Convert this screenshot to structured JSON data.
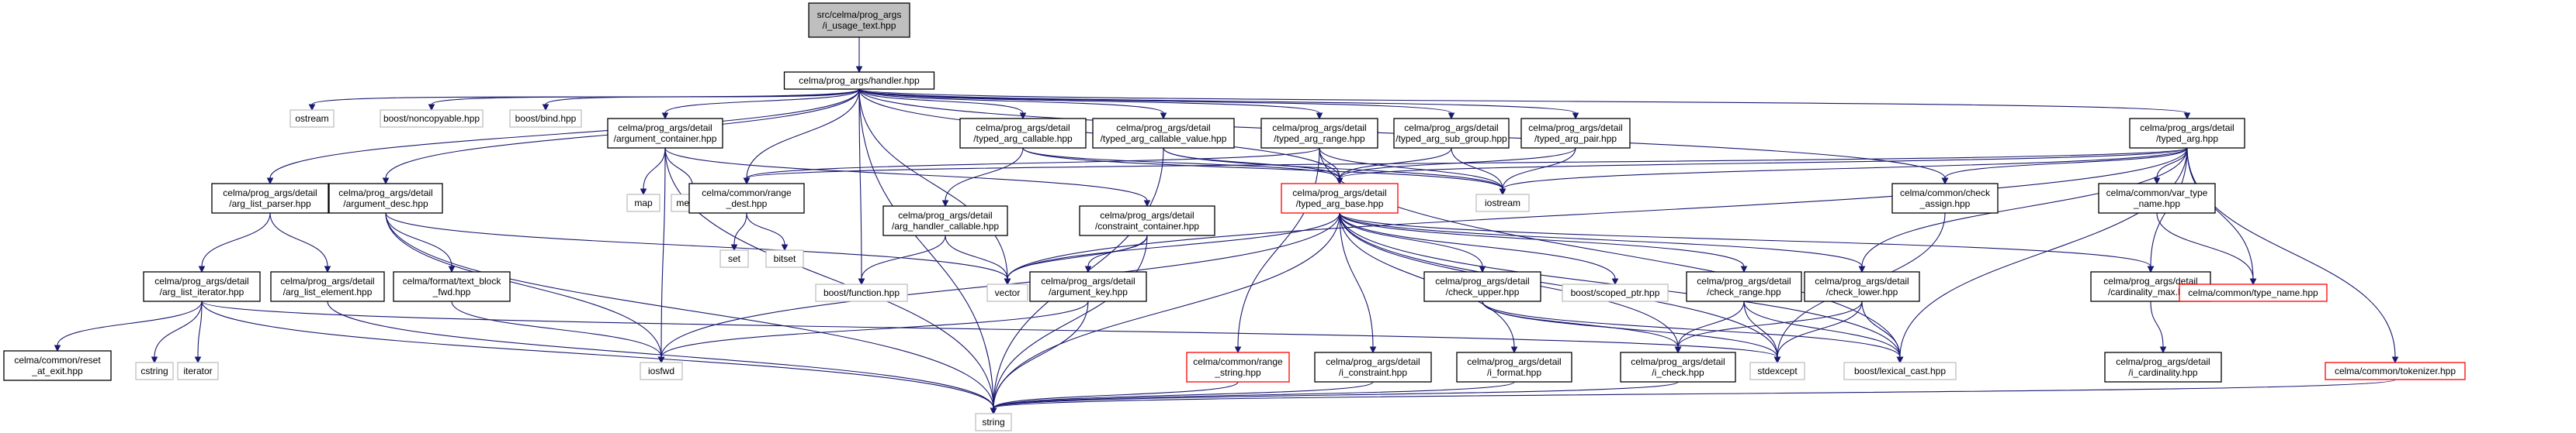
{
  "graph": {
    "nodes": [
      {
        "id": "root",
        "lines": [
          "src/celma/prog_args",
          "/i_usage_text.hpp"
        ],
        "style": "root"
      },
      {
        "id": "handler",
        "lines": [
          "celma/prog_args/handler.hpp"
        ],
        "style": "normal"
      },
      {
        "id": "ostream",
        "lines": [
          "ostream"
        ],
        "style": "system"
      },
      {
        "id": "noncopyable",
        "lines": [
          "boost/noncopyable.hpp"
        ],
        "style": "system"
      },
      {
        "id": "bind",
        "lines": [
          "boost/bind.hpp"
        ],
        "style": "system"
      },
      {
        "id": "argcont",
        "lines": [
          "celma/prog_args/detail",
          "/argument_container.hpp"
        ],
        "style": "normal"
      },
      {
        "id": "callable",
        "lines": [
          "celma/prog_args/detail",
          "/typed_arg_callable.hpp"
        ],
        "style": "normal"
      },
      {
        "id": "callval",
        "lines": [
          "celma/prog_args/detail",
          "/typed_arg_callable_value.hpp"
        ],
        "style": "normal"
      },
      {
        "id": "range",
        "lines": [
          "celma/prog_args/detail",
          "/typed_arg_range.hpp"
        ],
        "style": "normal"
      },
      {
        "id": "subgroup",
        "lines": [
          "celma/prog_args/detail",
          "/typed_arg_sub_group.hpp"
        ],
        "style": "normal"
      },
      {
        "id": "pair",
        "lines": [
          "celma/prog_args/detail",
          "/typed_arg_pair.hpp"
        ],
        "style": "normal"
      },
      {
        "id": "typedarg",
        "lines": [
          "celma/prog_args/detail",
          "/typed_arg.hpp"
        ],
        "style": "normal"
      },
      {
        "id": "listparser",
        "lines": [
          "celma/prog_args/detail",
          "/arg_list_parser.hpp"
        ],
        "style": "normal"
      },
      {
        "id": "argdesc",
        "lines": [
          "celma/prog_args/detail",
          "/argument_desc.hpp"
        ],
        "style": "normal"
      },
      {
        "id": "map",
        "lines": [
          "map"
        ],
        "style": "system"
      },
      {
        "id": "memory",
        "lines": [
          "memory"
        ],
        "style": "system"
      },
      {
        "id": "rangedest",
        "lines": [
          "celma/common/range",
          "_dest.hpp"
        ],
        "style": "normal"
      },
      {
        "id": "handlercall",
        "lines": [
          "celma/prog_args/detail",
          "/arg_handler_callable.hpp"
        ],
        "style": "normal"
      },
      {
        "id": "constrcont",
        "lines": [
          "celma/prog_args/detail",
          "/constraint_container.hpp"
        ],
        "style": "normal"
      },
      {
        "id": "base",
        "lines": [
          "celma/prog_args/detail",
          "/typed_arg_base.hpp"
        ],
        "style": "missing"
      },
      {
        "id": "iostream",
        "lines": [
          "iostream"
        ],
        "style": "system"
      },
      {
        "id": "checkassign",
        "lines": [
          "celma/common/check",
          "_assign.hpp"
        ],
        "style": "normal"
      },
      {
        "id": "vartype",
        "lines": [
          "celma/common/var_type",
          "_name.hpp"
        ],
        "style": "normal"
      },
      {
        "id": "listiter",
        "lines": [
          "celma/prog_args/detail",
          "/arg_list_iterator.hpp"
        ],
        "style": "normal"
      },
      {
        "id": "listelem",
        "lines": [
          "celma/prog_args/detail",
          "/arg_list_element.hpp"
        ],
        "style": "normal"
      },
      {
        "id": "textblock",
        "lines": [
          "celma/format/text_block",
          "_fwd.hpp"
        ],
        "style": "normal"
      },
      {
        "id": "set",
        "lines": [
          "set"
        ],
        "style": "system"
      },
      {
        "id": "bitset",
        "lines": [
          "bitset"
        ],
        "style": "system"
      },
      {
        "id": "function",
        "lines": [
          "boost/function.hpp"
        ],
        "style": "system"
      },
      {
        "id": "vector",
        "lines": [
          "vector"
        ],
        "style": "system"
      },
      {
        "id": "argkey",
        "lines": [
          "celma/prog_args/detail",
          "/argument_key.hpp"
        ],
        "style": "normal"
      },
      {
        "id": "checkupper",
        "lines": [
          "celma/prog_args/detail",
          "/check_upper.hpp"
        ],
        "style": "normal"
      },
      {
        "id": "scopedptr",
        "lines": [
          "boost/scoped_ptr.hpp"
        ],
        "style": "system"
      },
      {
        "id": "checkrange",
        "lines": [
          "celma/prog_args/detail",
          "/check_range.hpp"
        ],
        "style": "normal"
      },
      {
        "id": "checklower",
        "lines": [
          "celma/prog_args/detail",
          "/check_lower.hpp"
        ],
        "style": "normal"
      },
      {
        "id": "cardmax",
        "lines": [
          "celma/prog_args/detail",
          "/cardinality_max.hpp"
        ],
        "style": "normal"
      },
      {
        "id": "typename",
        "lines": [
          "celma/common/type_name.hpp"
        ],
        "style": "missing"
      },
      {
        "id": "resetexit",
        "lines": [
          "celma/common/reset",
          "_at_exit.hpp"
        ],
        "style": "normal"
      },
      {
        "id": "cstring",
        "lines": [
          "cstring"
        ],
        "style": "system"
      },
      {
        "id": "iterator",
        "lines": [
          "iterator"
        ],
        "style": "system"
      },
      {
        "id": "iosfwd",
        "lines": [
          "iosfwd"
        ],
        "style": "system"
      },
      {
        "id": "rangestring",
        "lines": [
          "celma/common/range",
          "_string.hpp"
        ],
        "style": "missing"
      },
      {
        "id": "iconstraint",
        "lines": [
          "celma/prog_args/detail",
          "/i_constraint.hpp"
        ],
        "style": "normal"
      },
      {
        "id": "iformat",
        "lines": [
          "celma/prog_args/detail",
          "/i_format.hpp"
        ],
        "style": "normal"
      },
      {
        "id": "icheck",
        "lines": [
          "celma/prog_args/detail",
          "/i_check.hpp"
        ],
        "style": "normal"
      },
      {
        "id": "stdexcept",
        "lines": [
          "stdexcept"
        ],
        "style": "system"
      },
      {
        "id": "lexcast",
        "lines": [
          "boost/lexical_cast.hpp"
        ],
        "style": "system"
      },
      {
        "id": "icard",
        "lines": [
          "celma/prog_args/detail",
          "/i_cardinality.hpp"
        ],
        "style": "normal"
      },
      {
        "id": "tokenizer",
        "lines": [
          "celma/common/tokenizer.hpp"
        ],
        "style": "missing"
      },
      {
        "id": "string",
        "lines": [
          "string"
        ],
        "style": "system"
      }
    ],
    "edges": [
      [
        "root",
        "handler"
      ],
      [
        "handler",
        "ostream"
      ],
      [
        "handler",
        "noncopyable"
      ],
      [
        "handler",
        "bind"
      ],
      [
        "handler",
        "argcont"
      ],
      [
        "handler",
        "callable"
      ],
      [
        "handler",
        "callval"
      ],
      [
        "handler",
        "range"
      ],
      [
        "handler",
        "subgroup"
      ],
      [
        "handler",
        "pair"
      ],
      [
        "handler",
        "typedarg"
      ],
      [
        "handler",
        "listparser"
      ],
      [
        "handler",
        "argdesc"
      ],
      [
        "handler",
        "rangedest"
      ],
      [
        "handler",
        "base"
      ],
      [
        "handler",
        "checkassign"
      ],
      [
        "handler",
        "function"
      ],
      [
        "handler",
        "vector"
      ],
      [
        "handler",
        "string"
      ],
      [
        "argcont",
        "map"
      ],
      [
        "argcont",
        "memory"
      ],
      [
        "argcont",
        "constrcont"
      ],
      [
        "argcont",
        "iosfwd"
      ],
      [
        "argcont",
        "string"
      ],
      [
        "callable",
        "handlercall"
      ],
      [
        "callable",
        "base"
      ],
      [
        "callable",
        "iostream"
      ],
      [
        "callval",
        "base"
      ],
      [
        "callval",
        "iostream"
      ],
      [
        "callval",
        "string"
      ],
      [
        "range",
        "rangedest"
      ],
      [
        "range",
        "base"
      ],
      [
        "range",
        "iostream"
      ],
      [
        "range",
        "rangestring"
      ],
      [
        "range",
        "lexcast"
      ],
      [
        "subgroup",
        "base"
      ],
      [
        "subgroup",
        "iostream"
      ],
      [
        "pair",
        "base"
      ],
      [
        "pair",
        "iostream"
      ],
      [
        "typedarg",
        "base"
      ],
      [
        "typedarg",
        "checkassign"
      ],
      [
        "typedarg",
        "vartype"
      ],
      [
        "typedarg",
        "typename"
      ],
      [
        "typedarg",
        "lexcast"
      ],
      [
        "typedarg",
        "iostream"
      ],
      [
        "typedarg",
        "cardmax"
      ],
      [
        "typedarg",
        "checklower"
      ],
      [
        "typedarg",
        "tokenizer"
      ],
      [
        "typedarg",
        "rangedest"
      ],
      [
        "typedarg",
        "vector"
      ],
      [
        "listparser",
        "listiter"
      ],
      [
        "listparser",
        "listelem"
      ],
      [
        "argdesc",
        "textblock"
      ],
      [
        "argdesc",
        "vector"
      ],
      [
        "argdesc",
        "iosfwd"
      ],
      [
        "argdesc",
        "string"
      ],
      [
        "rangedest",
        "set"
      ],
      [
        "rangedest",
        "bitset"
      ],
      [
        "handlercall",
        "function"
      ],
      [
        "handlercall",
        "vector"
      ],
      [
        "constrcont",
        "argkey"
      ],
      [
        "constrcont",
        "string"
      ],
      [
        "constrcont",
        "vector"
      ],
      [
        "base",
        "vector"
      ],
      [
        "base",
        "iosfwd"
      ],
      [
        "base",
        "checkupper"
      ],
      [
        "base",
        "scopedptr"
      ],
      [
        "base",
        "checkrange"
      ],
      [
        "base",
        "checklower"
      ],
      [
        "base",
        "cardmax"
      ],
      [
        "base",
        "iconstraint"
      ],
      [
        "base",
        "iformat"
      ],
      [
        "base",
        "icheck"
      ],
      [
        "base",
        "lexcast"
      ],
      [
        "base",
        "string"
      ],
      [
        "base",
        "stdexcept"
      ],
      [
        "checkassign",
        "stdexcept"
      ],
      [
        "vartype",
        "typename"
      ],
      [
        "listiter",
        "resetexit"
      ],
      [
        "listiter",
        "cstring"
      ],
      [
        "listiter",
        "iterator"
      ],
      [
        "listiter",
        "string"
      ],
      [
        "listiter",
        "stdexcept"
      ],
      [
        "listelem",
        "string"
      ],
      [
        "textblock",
        "iosfwd"
      ],
      [
        "argkey",
        "iosfwd"
      ],
      [
        "argkey",
        "string"
      ],
      [
        "checkupper",
        "icheck"
      ],
      [
        "checkupper",
        "stdexcept"
      ],
      [
        "checkupper",
        "lexcast"
      ],
      [
        "checkrange",
        "icheck"
      ],
      [
        "checkrange",
        "stdexcept"
      ],
      [
        "checkrange",
        "lexcast"
      ],
      [
        "checklower",
        "icheck"
      ],
      [
        "checklower",
        "stdexcept"
      ],
      [
        "checklower",
        "lexcast"
      ],
      [
        "cardmax",
        "icard"
      ],
      [
        "rangestring",
        "string"
      ],
      [
        "iconstraint",
        "string"
      ],
      [
        "iformat",
        "string"
      ],
      [
        "icheck",
        "string"
      ],
      [
        "tokenizer",
        "string"
      ]
    ]
  },
  "colors": {
    "edge": "#191970",
    "root_fill": "#bfbfbf",
    "normal_border": "#000000",
    "system_border": "#bfbfbf",
    "missing_border": "#ff0000",
    "text": "#000000"
  }
}
